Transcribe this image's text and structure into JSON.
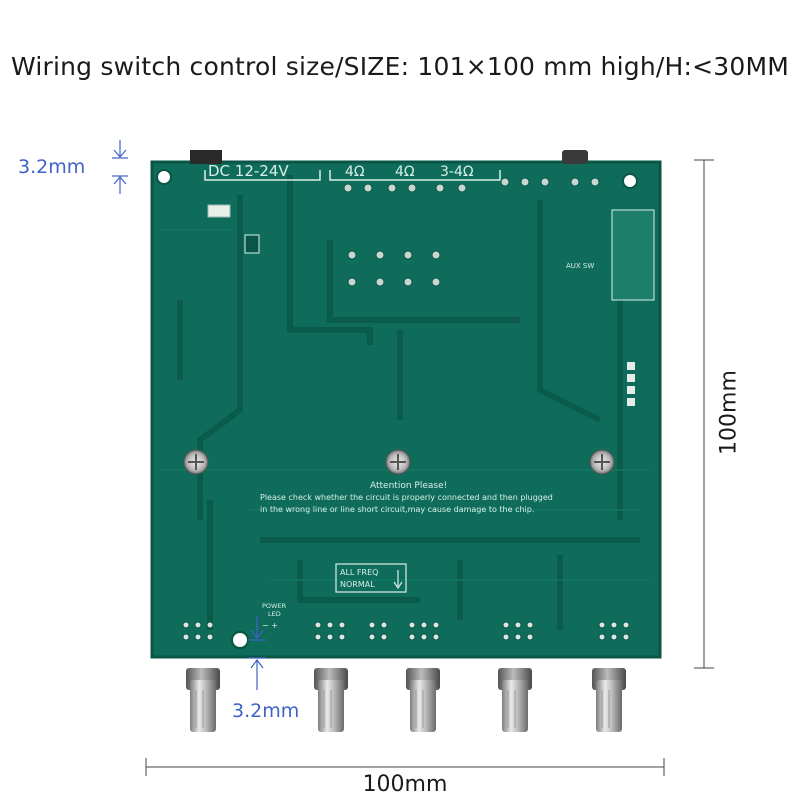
{
  "caption": "Wiring switch control size/SIZE: 101×100 mm high/H:<30MM",
  "dimensions": {
    "thickness_top": "3.2mm",
    "thickness_bottom": "3.2mm",
    "height": "100mm",
    "width": "100mm"
  },
  "board": {
    "power_label": "DC  12-24V",
    "speaker_labels": [
      "4Ω",
      "4Ω",
      "3-4Ω"
    ],
    "aux_label": "AUX SW",
    "attention_title": "Attention Please!",
    "attention_line1": "Please check whether the circuit is properly  connected and then plugged",
    "attention_line2": "in the wrong line or line short circuit,may cause damage to the chip.",
    "freq_switch_line1": "ALL FREQ",
    "freq_switch_line2": "NORMAL",
    "power_led_line1": "POWER",
    "power_led_line2": "LED",
    "power_led_polarity": "−  +"
  },
  "colors": {
    "pcb": "#0f6c5a",
    "pcb_dark": "#0a5646",
    "trace": "#0c5f4f",
    "silkscreen": "#d8efe8",
    "dimension_blue": "#3f62c8"
  }
}
